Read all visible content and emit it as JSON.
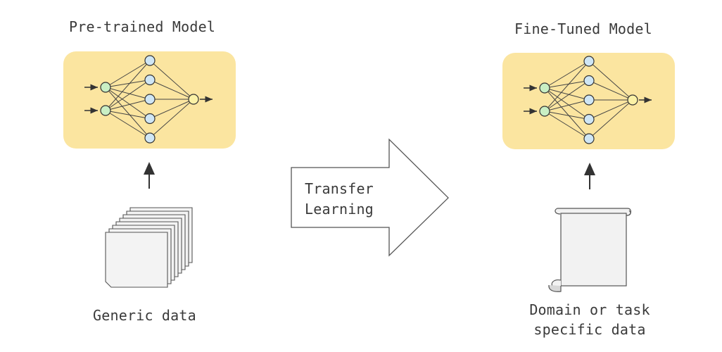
{
  "left": {
    "title": "Pre-trained Model",
    "data_label": "Generic data"
  },
  "middle": {
    "arrow_text_line1": "Transfer",
    "arrow_text_line2": "Learning"
  },
  "right": {
    "title": "Fine-Tuned Model",
    "data_label_line1": "Domain or task",
    "data_label_line2": "specific data"
  },
  "colors": {
    "model_box": "#fbe5a0",
    "input_node": "#c9efc4",
    "hidden_node": "#cfe6f5",
    "output_node": "#fbf1a6",
    "stroke": "#333333"
  },
  "icons": {
    "left_data": "document-stack-icon",
    "right_data": "scroll-icon",
    "transfer": "right-arrow-icon",
    "up_arrow": "up-arrow-icon",
    "network": "neural-network-icon"
  }
}
